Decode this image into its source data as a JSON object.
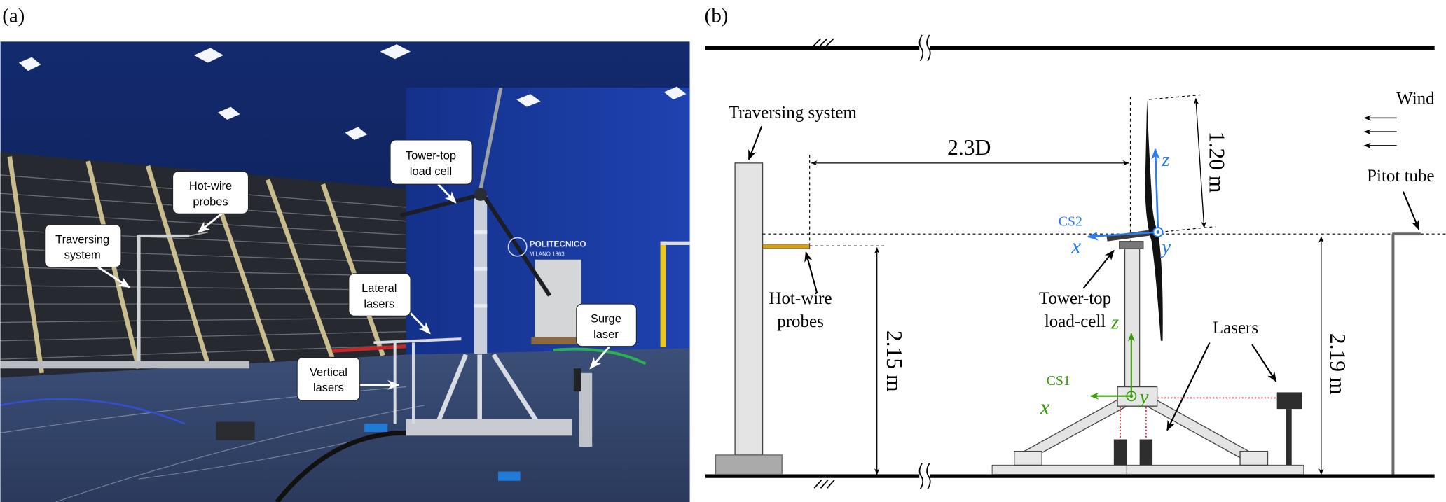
{
  "panel_labels": {
    "a": "(a)",
    "b": "(b)"
  },
  "photo": {
    "logo": {
      "line1": "POLITECNICO",
      "line2": "MILANO 1863"
    },
    "callouts": [
      {
        "line1": "Tower-top",
        "line2": "load cell"
      },
      {
        "line1": "Hot-wire",
        "line2": "probes"
      },
      {
        "line1": "Traversing",
        "line2": "system"
      },
      {
        "line1": "Lateral",
        "line2": "lasers"
      },
      {
        "line1": "Surge",
        "line2": "laser"
      },
      {
        "line1": "Vertical",
        "line2": "lasers"
      }
    ]
  },
  "diagram": {
    "traversing_system": "Traversing system",
    "hot_wire": {
      "line1": "Hot-wire",
      "line2": "probes"
    },
    "load_cell": {
      "line1": "Tower-top",
      "line2": "load-cell"
    },
    "lasers": "Lasers",
    "pitot": "Pitot tube",
    "wind": "Wind",
    "dimensions": {
      "distance": "2.3D",
      "hotwire_height": "2.15 m",
      "hub_height": "2.19 m",
      "blade": "1.20 m"
    },
    "cs1": {
      "name": "CS1",
      "x": "x",
      "y": "y",
      "z": "z"
    },
    "cs2": {
      "name": "CS2",
      "x": "x",
      "y": "y",
      "z": "z"
    },
    "colors": {
      "cs1": "#3a9a0a",
      "cs2": "#2a7cf0",
      "laser_beam": "#e02020",
      "probe": "#d4a017"
    }
  }
}
